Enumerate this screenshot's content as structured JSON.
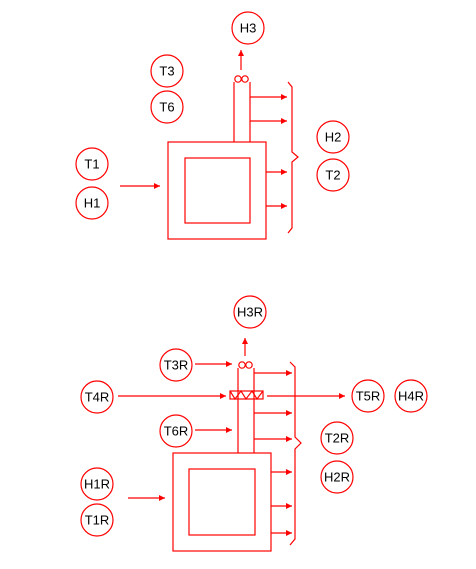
{
  "colors": {
    "line": "#ff0000",
    "text": "#000000",
    "background": "#ffffff"
  },
  "top_diagram": {
    "labels": {
      "h3": "H3",
      "t3": "T3",
      "t6": "T6",
      "h2": "H2",
      "t2": "T2",
      "t1": "T1",
      "h1": "H1"
    }
  },
  "bottom_diagram": {
    "labels": {
      "h3r": "H3R",
      "t3r": "T3R",
      "t4r": "T4R",
      "t5r": "T5R",
      "h4r": "H4R",
      "t6r": "T6R",
      "t2r": "T2R",
      "h2r": "H2R",
      "h1r": "H1R",
      "t1r": "T1R"
    }
  }
}
